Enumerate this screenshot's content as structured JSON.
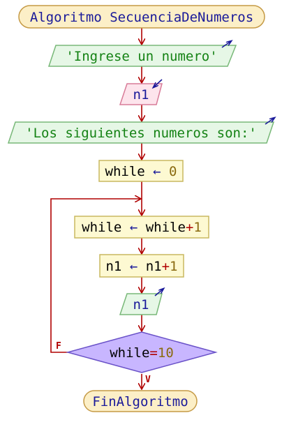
{
  "flowchart": {
    "start": "Algoritmo SecuenciaDeNumeros",
    "output_prompt": "'Ingrese un numero'",
    "input_var": "n1",
    "output_msg": "'Los siguientes numeros son:'",
    "init_lhs": "while",
    "init_rhs": "0",
    "loop_assign1_lhs": "while",
    "loop_assign1_rhs_var": "while",
    "loop_assign1_rhs_op": "+",
    "loop_assign1_rhs_num": "1",
    "loop_assign2_lhs": "n1",
    "loop_assign2_rhs_var": "n1",
    "loop_assign2_rhs_op": "+",
    "loop_assign2_rhs_num": "1",
    "output_var": "n1",
    "condition_var": "while",
    "condition_op": "=",
    "condition_num": "10",
    "false_label": "F",
    "true_label": "V",
    "end": "FinAlgoritmo"
  },
  "colors": {
    "arrow": "#b00000",
    "keyword": "#1a1a9a",
    "string": "#148214",
    "number": "#8a6a10",
    "terminal_fill": "#fcefc7",
    "terminal_stroke": "#c59a45",
    "output_fill": "#e6f7e6",
    "output_stroke": "#78b878",
    "input_fill": "#fde4ec",
    "input_stroke": "#d87b98",
    "assign_fill": "#fdf9d2",
    "assign_stroke": "#c9b860",
    "decision_fill": "#c8b6ff",
    "decision_stroke": "#6a52c8"
  }
}
